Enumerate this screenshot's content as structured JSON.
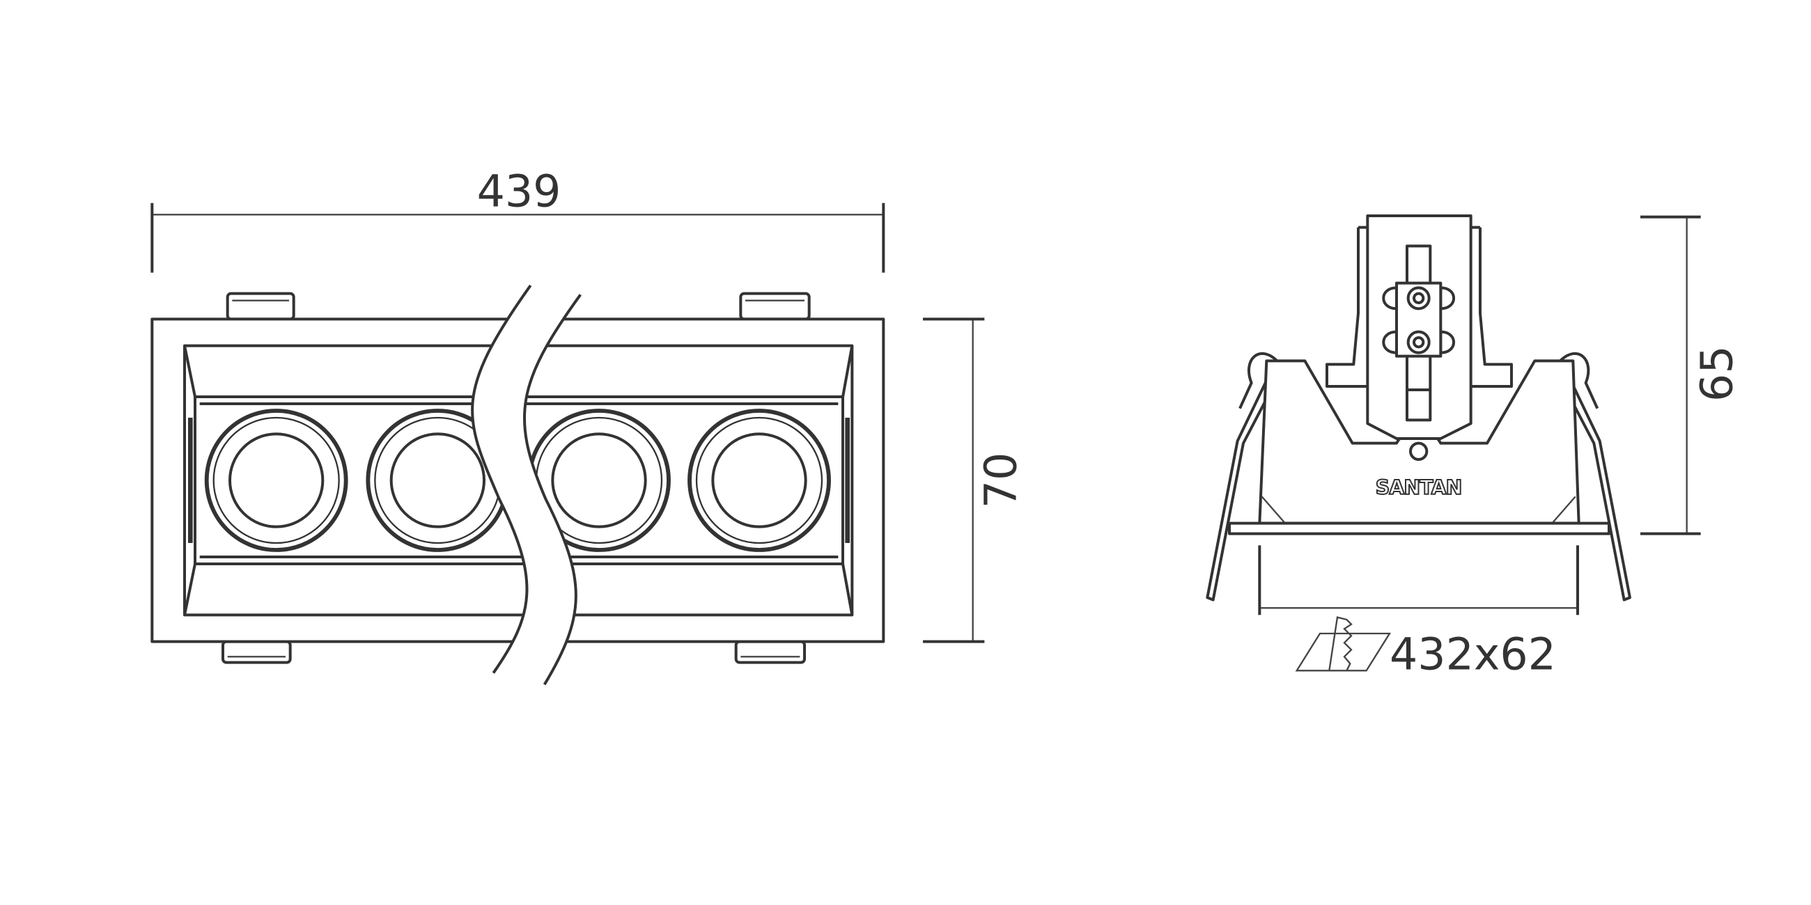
{
  "drawing": {
    "front_view": {
      "width_label": "439",
      "height_label": "70",
      "lens_count": 4
    },
    "side_view": {
      "depth_label": "65",
      "cutout_label": "432x62",
      "brand_logo": "SANTAN"
    },
    "colors": {
      "line": "#333333",
      "background": "#ffffff"
    }
  }
}
